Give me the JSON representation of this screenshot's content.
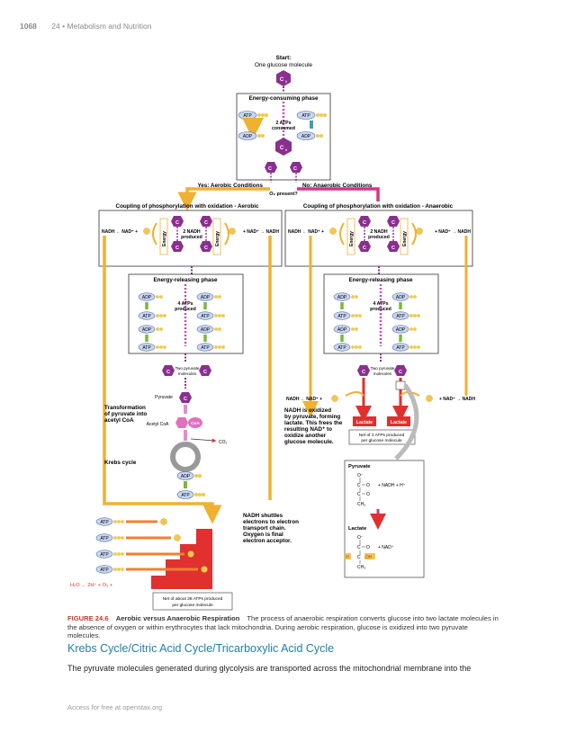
{
  "header": {
    "page_number": "1068",
    "chapter": "24 • Metabolism and Nutrition"
  },
  "figure": {
    "start_title": "Start:",
    "start_sub": "One glucose molecule",
    "c6": "C",
    "c6_sub": "6",
    "c3": "C",
    "c3_sub": "3",
    "energy_consuming": "Energy-consuming phase",
    "atp": "ATP",
    "adp": "ADP",
    "atps_consumed_1": "2 ATPs",
    "atps_consumed_2": "consumed",
    "aerobic_label": "Yes: Aerobic Conditions",
    "anaerobic_label": "No: Anaerobic Conditions",
    "o2_present": "O₂ present?",
    "coupling_aerobic": "Coupling of phosphorylation with oxidation - Aerobic",
    "coupling_anaerobic": "Coupling of phosphorylation with oxidation - Anaerobic",
    "nadh_left": "NADH ← NAD⁺ +",
    "nad_right": "+ NAD⁺ → NADH",
    "two_nadh_1": "2 NADH",
    "two_nadh_2": "produced",
    "energy": "Energy",
    "energy_releasing": "Energy-releasing phase",
    "four_atps_1": "4 ATPs",
    "four_atps_2": "produced",
    "two_pyruvate_1": "Two pyruvate",
    "two_pyruvate_2": "molecules",
    "pyruvate": "Pyruvate",
    "transform_1": "Transformation",
    "transform_2": "of pyruvate into",
    "transform_3": "acetyl CoA",
    "acetyl_coa": "Acetyl CoA",
    "coa": "CoA",
    "co2": "CO₂",
    "krebs": "Krebs cycle",
    "nadh_oxidized": [
      "NADH is oxidized",
      "by pyruvate, forming",
      "lactate. This frees the",
      "resulting NAD⁺ to",
      "oxidize another",
      "glucose molecule."
    ],
    "lactate": "Lactate",
    "net2_1": "Net of 2 ATPs produced",
    "net2_2": "per glucose molecule",
    "inset_pyruvate": "Pyruvate",
    "inset_lactate": "Lactate",
    "inset_o_minus": "O⁻",
    "inset_c": "C",
    "inset_o": "O",
    "inset_ch3": "CH₃",
    "inset_nadh_h": "+ NADH + H⁺",
    "inset_nad": "+ NAD⁺",
    "inset_h": "H",
    "inset_oh": "OH",
    "nadh_shuttles": [
      "NADH shuttles",
      "electrons to electron",
      "transport chain.",
      "Oxygen is final",
      "electron acceptor."
    ],
    "water_eq": "H₂O ← 2H⁺ + O₂ +",
    "net36_1": "Net of about 36 ATPs produced",
    "net36_2": "per glucose molecule"
  },
  "caption": {
    "label": "FIGURE 24.6",
    "title": "Aerobic versus Anaerobic Respiration",
    "text": "The process of anaerobic respiration converts glucose into two lactate molecules in the absence of oxygen or within erythrocytes that lack mitochondria. During aerobic respiration, glucose is oxidized into two pyruvate molecules."
  },
  "section_title": "Krebs Cycle/Citric Acid Cycle/Tricarboxylic Acid Cycle",
  "body_text": "The pyruvate molecules generated during glycolysis are transported across the mitochondrial membrane into the",
  "footer": "Access for free at openstax.org",
  "colors": {
    "purple": "#8b2f8f",
    "orange": "#f0b030",
    "red": "#e0302f",
    "teal": "#3aa0b8",
    "green": "#7ab83a",
    "pink": "#d63384",
    "caption_red": "#c0392b",
    "section_blue": "#1f7fa8"
  }
}
